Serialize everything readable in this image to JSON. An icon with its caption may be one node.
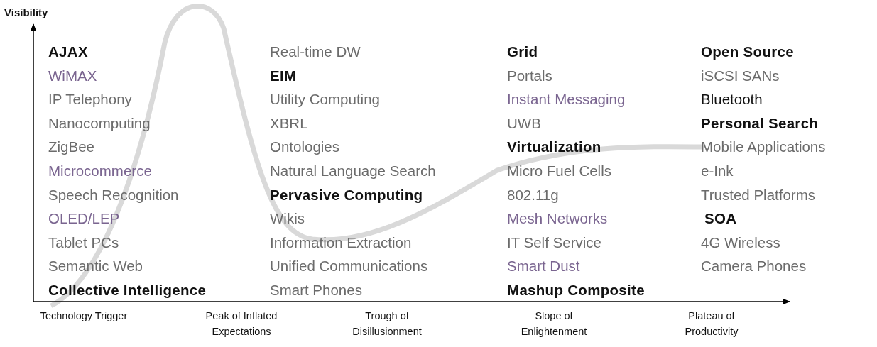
{
  "diagram": {
    "labels": [
      "Visibility",
      "AJAX",
      "WiMAX",
      "IP Telephony",
      "Nanocomputing",
      "ZigBee",
      "Microcommerce",
      "Speech Recognition",
      "OLED/LEP",
      "Tablet PCs",
      "Semantic Web",
      "Collective Intelligence",
      "Real-time DW",
      "EIM",
      "Utility Computing",
      "XBRL",
      "Ontologies",
      "Natural Language Search",
      "Pervasive Computing",
      "Wikis",
      "Information Extraction",
      "Unified Communications",
      "Smart Phones",
      "Grid",
      "Portals",
      "Instant Messaging",
      "UWB",
      "Virtualization",
      "Micro Fuel Cells",
      "802.11g",
      "Mesh Networks",
      "IT Self Service",
      "Smart Dust",
      "Mashup Composite",
      "Open Source",
      "iSCSI SANs",
      "Bluetooth",
      "Personal Search",
      "Mobile Applications",
      "e-Ink",
      "Trusted Platforms",
      "SOA",
      "4G Wireless",
      "Camera Phones",
      "Technology Trigger",
      "Peak of Inflated Expectations",
      "Trough of Disillusionment",
      "Slope of Enlightenment",
      "Plateau of Productivity"
    ]
  }
}
